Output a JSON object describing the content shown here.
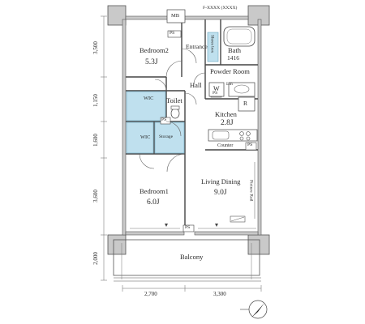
{
  "header_note": "F-XXXX (XXXX)",
  "rooms": {
    "bedroom2": {
      "name": "Bedroom2",
      "size": "5.3J"
    },
    "bedroom1": {
      "name": "Bedroom1",
      "size": "6.0J"
    },
    "entrance": {
      "name": "Entrance"
    },
    "bath": {
      "name": "Bath",
      "size": "1416"
    },
    "powder_room": {
      "name": "Powder Room"
    },
    "hall": {
      "name": "Hall"
    },
    "toilet": {
      "name": "Toilet"
    },
    "kitchen": {
      "name": "Kitchen",
      "size": "2.8J"
    },
    "living_dining": {
      "name": "Living Dining",
      "size": "9.0J"
    },
    "balcony": {
      "name": "Balcony"
    }
  },
  "fixtures": {
    "mb": "MB",
    "ps": "PS",
    "shoes_box": "Shoes box",
    "wic": "WIC",
    "storage": "Storage",
    "washer": "W",
    "laundry": "Lin",
    "fridge": "R",
    "counter": "Counter",
    "picture_rail": "Picture Rail"
  },
  "dimensions": {
    "left": [
      "3,500",
      "1,150",
      "1,600",
      "3,600",
      "2,000"
    ],
    "bottom": [
      "2,700",
      "3,300"
    ]
  },
  "colors": {
    "wall": "#c9c9c9",
    "wall_edge": "#555555",
    "storage_fill": "#bfe0ee",
    "line": "#444444"
  }
}
